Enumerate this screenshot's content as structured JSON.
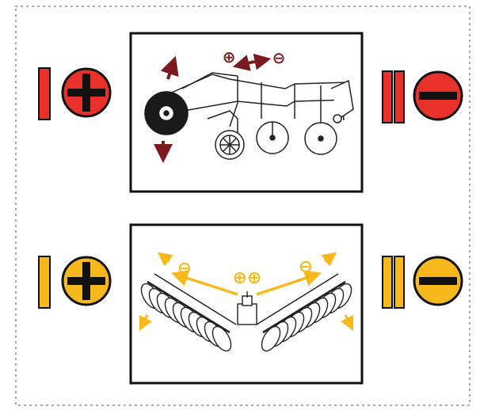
{
  "colors": {
    "red": "#e8312a",
    "dark_red": "#7a1a1e",
    "yellow": "#f6b81b",
    "black": "#111111",
    "dotted_border": "#9a9a9a"
  },
  "panels": {
    "top": {
      "left_indicator": {
        "roman": "I",
        "sign": "plus",
        "color": "red"
      },
      "right_indicator": {
        "roman": "II",
        "sign": "minus",
        "color": "red"
      },
      "adjust_labels": {
        "plus": "⊕",
        "minus": "⊖"
      },
      "illustration": "disc-harrow-side-view"
    },
    "bottom": {
      "left_indicator": {
        "roman": "I",
        "sign": "plus",
        "color": "yellow"
      },
      "right_indicator": {
        "roman": "II",
        "sign": "minus",
        "color": "yellow"
      },
      "adjust_labels": {
        "left_minus": "⊖",
        "center_plus": "⊕⊕",
        "right_minus": "⊖"
      },
      "illustration": "disc-harrow-top-view"
    }
  }
}
